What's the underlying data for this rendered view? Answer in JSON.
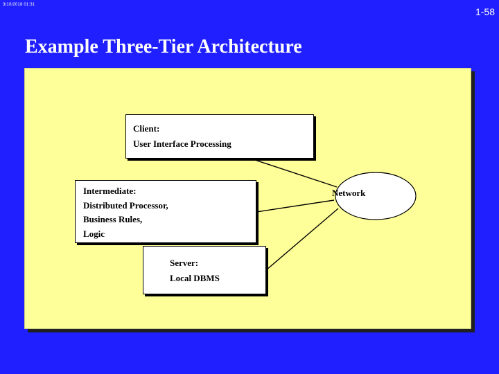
{
  "header": {
    "timestamp": "3/10/2018  01:31",
    "page_number": "1-58"
  },
  "slide": {
    "title": "Example Three-Tier Architecture"
  },
  "diagram": {
    "client": {
      "lines": [
        "Client:",
        "User Interface Processing"
      ]
    },
    "intermediate": {
      "lines": [
        "Intermediate:",
        "Distributed Processor,",
        "Business Rules,",
        "Logic"
      ]
    },
    "server": {
      "lines": [
        "Server:",
        "Local DBMS"
      ]
    },
    "network": {
      "label": "Network"
    }
  },
  "colors": {
    "background": "#1f1fff",
    "panel": "#ffff99",
    "boxes": "#ffffff"
  }
}
